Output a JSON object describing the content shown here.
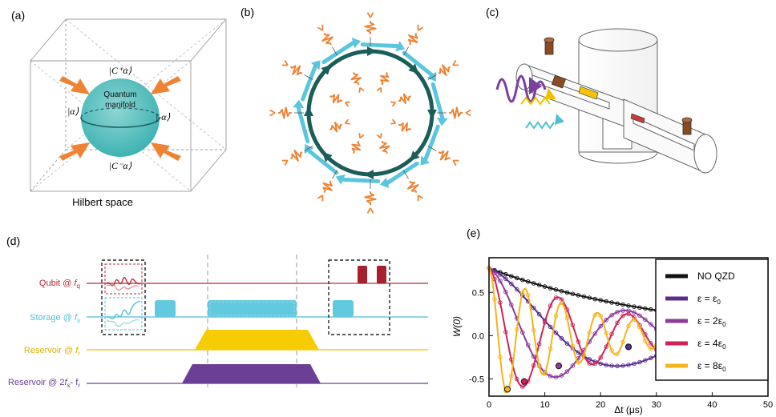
{
  "panels": {
    "a": {
      "label": "(a)",
      "manifold_line1": "Quantum",
      "manifold_line2": "manifold",
      "top_state": "|C⁺α⟩",
      "bottom_state": "|C⁻α⟩",
      "left_state": "|α⟩",
      "right_state": "|-α⟩",
      "space_label": "Hilbert space"
    },
    "b": {
      "label": "(b)"
    },
    "c": {
      "label": "(c)"
    },
    "d": {
      "label": "(d)",
      "rows": [
        {
          "name": "Qubit @ ",
          "sub": "f",
          "subscript": "q",
          "color": "#b52a36"
        },
        {
          "name": "Storage @ ",
          "sub": "f",
          "subscript": "s",
          "color": "#4fbfd6"
        },
        {
          "name": "Reservoir @ ",
          "sub": "f",
          "subscript": "r",
          "color": "#f2c200"
        },
        {
          "name": "Reservoir @ 2",
          "sub": "f",
          "subscript": "s",
          "tail": "- f",
          "tail_sub": "r",
          "color": "#6a3f95"
        }
      ]
    },
    "e": {
      "label": "(e)",
      "legend": [
        {
          "label": "NO QZD",
          "color": "#111111"
        },
        {
          "label": "ε = ε",
          "sub": "0",
          "color": "#5b2d8e"
        },
        {
          "label": "ε = 2ε",
          "sub": "0",
          "color": "#8e3a9a"
        },
        {
          "label": "ε = 4ε",
          "sub": "0",
          "color": "#cc2459"
        },
        {
          "label": "ε = 8ε",
          "sub": "0",
          "color": "#f4b41a"
        }
      ]
    }
  },
  "chart_data": {
    "type": "line",
    "xlabel": "Δt (μs)",
    "ylabel": "W(0)",
    "xlim": [
      0,
      50
    ],
    "ylim": [
      -0.7,
      0.9
    ],
    "x_ticks": [
      0,
      10,
      20,
      30,
      40,
      50
    ],
    "y_ticks": [
      -0.5,
      0.0,
      0.5
    ],
    "series": [
      {
        "name": "NO QZD",
        "color": "#111111",
        "amplitude": 0.78,
        "decay_us": 35,
        "period_us": null
      },
      {
        "name": "ε = ε0",
        "color": "#5b2d8e",
        "amplitude": 0.78,
        "decay_us": 30,
        "period_us": 50
      },
      {
        "name": "ε = 2ε0",
        "color": "#8e3a9a",
        "amplitude": 0.78,
        "decay_us": 25,
        "period_us": 25
      },
      {
        "name": "ε = 4ε0",
        "color": "#cc2459",
        "amplitude": 0.78,
        "decay_us": 22,
        "period_us": 12.5
      },
      {
        "name": "ε = 8ε0",
        "color": "#f4b41a",
        "amplitude": 0.78,
        "decay_us": 18,
        "period_us": 6.5
      }
    ],
    "minima_markers": [
      {
        "series": "ε = 8ε0",
        "x": 3.3,
        "y": -0.62
      },
      {
        "series": "ε = 4ε0",
        "x": 6.3,
        "y": -0.53
      },
      {
        "series": "ε = 2ε0",
        "x": 12.5,
        "y": -0.35
      },
      {
        "series": "ε = ε0",
        "x": 25,
        "y": -0.13
      }
    ]
  }
}
